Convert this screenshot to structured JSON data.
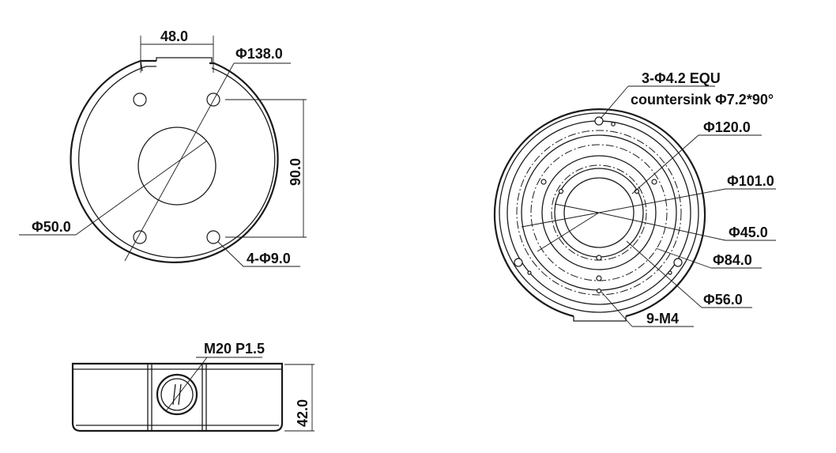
{
  "top_view": {
    "dim_width": "48.0",
    "dim_outer_diameter": "Φ138.0",
    "dim_height": "90.0",
    "dim_center_hole": "Φ50.0",
    "dim_mount_holes": "4-Φ9.0"
  },
  "bottom_view": {
    "dim_countersink_line1": "3-Φ4.2 EQU",
    "dim_countersink_line2": "countersink Φ7.2*90°",
    "dim_d120": "Φ120.0",
    "dim_d101": "Φ101.0",
    "dim_d45": "Φ45.0",
    "dim_d84": "Φ84.0",
    "dim_d56": "Φ56.0",
    "dim_thread_holes": "9-M4"
  },
  "side_view": {
    "dim_thread": "M20 P1.5",
    "dim_height": "42.0"
  }
}
